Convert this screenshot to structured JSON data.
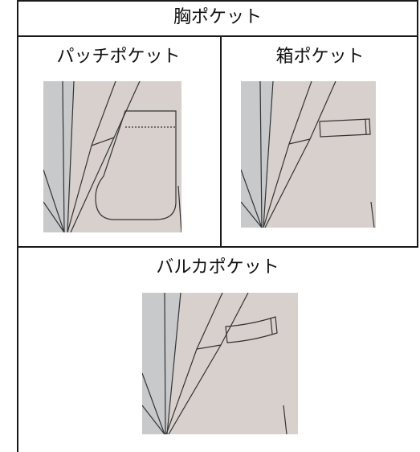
{
  "header": {
    "title": "胸ポケット"
  },
  "cells": {
    "patch": {
      "label": "パッチポケット"
    },
    "welt": {
      "label": "箱ポケット"
    },
    "barca": {
      "label": "バルカポケット"
    }
  },
  "colors": {
    "fabric": "#d8d0cc",
    "shirt": "#c7c9cb",
    "stroke": "#333333",
    "border": "#1a1a1a"
  }
}
